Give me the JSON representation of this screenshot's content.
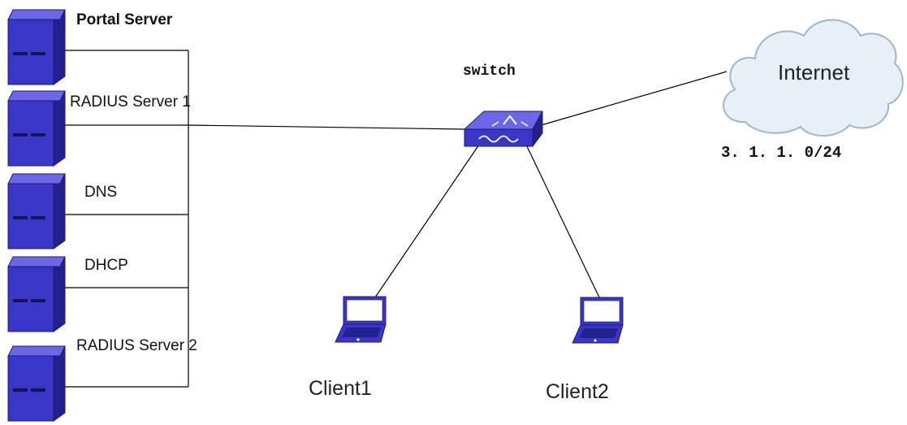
{
  "servers": [
    {
      "id": "portal",
      "label": "Portal Server"
    },
    {
      "id": "radius1",
      "label": "RADIUS Server 1"
    },
    {
      "id": "dns",
      "label": "DNS"
    },
    {
      "id": "dhcp",
      "label": "DHCP"
    },
    {
      "id": "radius2",
      "label": "RADIUS Server 2"
    }
  ],
  "switch": {
    "label": "switch"
  },
  "internet": {
    "label": "Internet",
    "subnet": "3. 1. 1. 0/24"
  },
  "clients": [
    {
      "id": "client1",
      "label": "Client1"
    },
    {
      "id": "client2",
      "label": "Client2"
    }
  ],
  "colors": {
    "device_blue": "#3a37c8",
    "device_dark": "#232090",
    "device_light": "#6b67e6",
    "line": "#000000",
    "cloud_fill": "#e7f0f7",
    "cloud_stroke": "#9fb6c8"
  },
  "icons": {
    "server": "server-tower-icon",
    "switch": "network-switch-icon",
    "cloud": "cloud-icon",
    "client": "laptop-icon"
  }
}
